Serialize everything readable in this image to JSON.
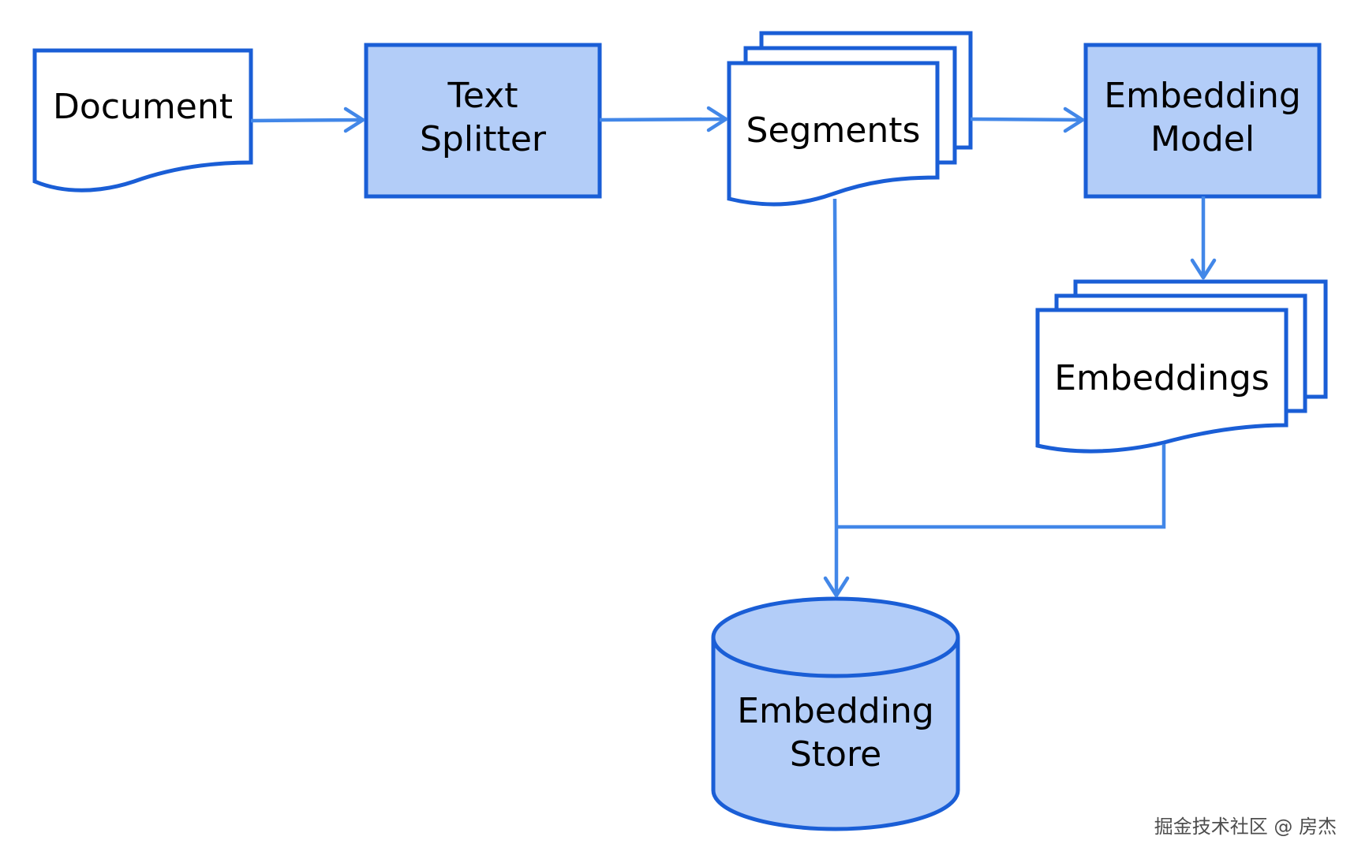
{
  "nodes": {
    "document": {
      "label": "Document"
    },
    "text_splitter": {
      "line1": "Text",
      "line2": "Splitter"
    },
    "segments": {
      "label": "Segments"
    },
    "embedding_model": {
      "line1": "Embedding",
      "line2": "Model"
    },
    "embeddings": {
      "label": "Embeddings"
    },
    "embedding_store": {
      "line1": "Embedding",
      "line2": "Store"
    }
  },
  "colors": {
    "stroke": "#1a5ed6",
    "fill_process": "#b3cdf8",
    "fill_document": "#ffffff",
    "connector": "#4287e8"
  },
  "watermark": "掘金技术社区 @ 房杰"
}
